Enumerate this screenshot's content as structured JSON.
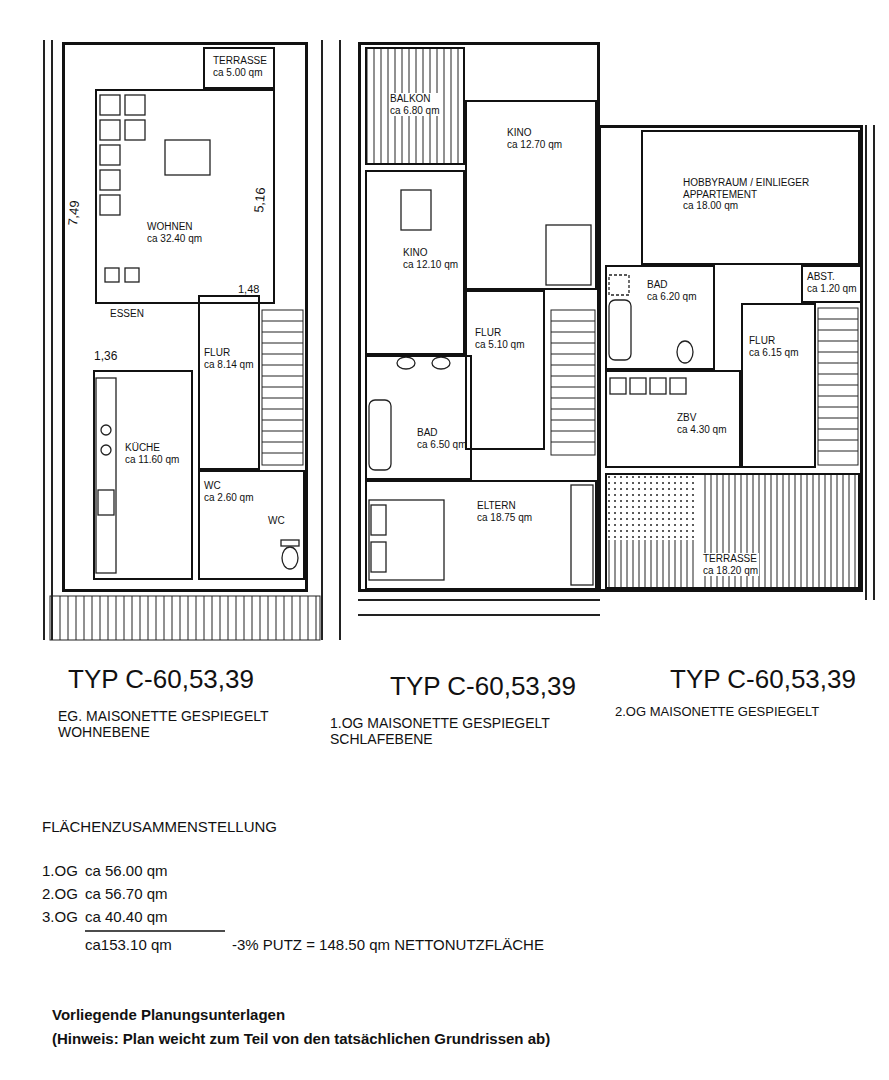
{
  "diagram": {
    "nodes": [
      {
        "text": [
          "TYP C-60,53,39",
          "EG. MAISONETTE GESPIEGELT WOHNEBENE"
        ]
      },
      {
        "text": [
          "TERRASSE",
          "ca 5.00 qm"
        ],
        "in": 0
      },
      {
        "text": [
          "WOHNEN",
          "ca 32.40 qm"
        ],
        "in": 0
      },
      {
        "text": [
          "FLUR",
          "ca 8.14 qm"
        ],
        "in": 0
      },
      {
        "text": [
          "KÜCHE",
          "ca 11.60 qm"
        ],
        "in": 0
      },
      {
        "text": [
          "WC",
          "ca 2.60 qm"
        ],
        "in": 0
      },
      {
        "text": [
          "TYP C-60,53,39",
          "1.OG MAISONETTE GESPIEGELT SCHLAFEBENE"
        ]
      },
      {
        "text": [
          "BALKON",
          "ca 6.80 qm"
        ],
        "in": 6
      },
      {
        "text": [
          "KINO",
          "ca 12.70 qm"
        ],
        "in": 6
      },
      {
        "text": [
          "KINO",
          "ca 12.10 qm"
        ],
        "in": 6
      },
      {
        "text": [
          "FLUR",
          "ca 5.10 qm"
        ],
        "in": 6
      },
      {
        "text": [
          "BAD",
          "ca 6.50 qm"
        ],
        "in": 6
      },
      {
        "text": [
          "ELTERN",
          "ca 18.75 qm"
        ],
        "in": 6
      },
      {
        "text": [
          "TYP C-60,53,39",
          "2.OG MAISONETTE GESPIEGELT"
        ]
      },
      {
        "text": [
          "HOBBYRAUM / EINLIEGER APPARTEMENT",
          "ca 18.00 qm"
        ],
        "in": 13
      },
      {
        "text": [
          "BAD",
          "ca 6.20 qm"
        ],
        "in": 13
      },
      {
        "text": [
          "ABST.",
          "ca 1.20 qm"
        ],
        "in": 13
      },
      {
        "text": [
          "FLUR",
          "ca 6.15 qm"
        ],
        "in": 13
      },
      {
        "text": [
          "ZBV",
          "ca 4.30 qm"
        ],
        "in": 13
      },
      {
        "text": [
          "TERRASSE",
          "ca 18.20 qm"
        ],
        "in": 13
      }
    ],
    "labels": [
      "7,49",
      "5,16",
      "1,48",
      "ESSEN",
      "1,36",
      "WC",
      "FLÄCHENZUSAMMENSTELLUNG",
      "1.OG",
      "ca 56.00 qm",
      "2.OG",
      "ca 56.70 qm",
      "3.OG",
      "ca 40.40 qm",
      "ca153.10 qm",
      "-3% PUTZ = 148.50 qm NETTONUTZFLÄCHE",
      "Vorliegende Planungsunterlagen",
      "(Hinweis: Plan weicht zum Teil von den tatsächlichen Grundrissen ab)"
    ]
  }
}
